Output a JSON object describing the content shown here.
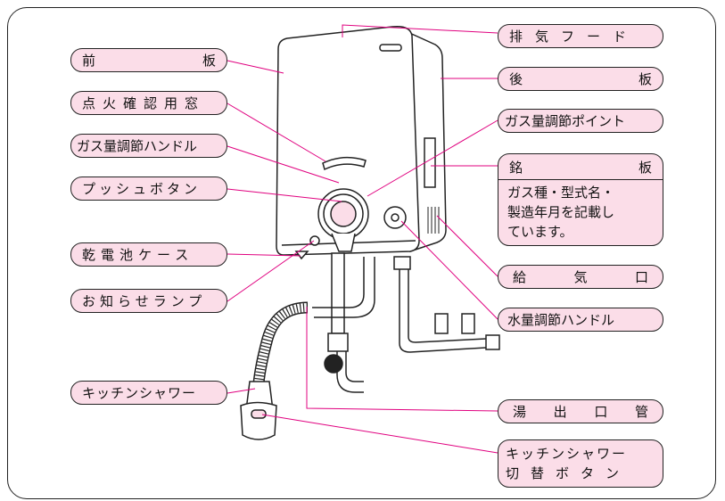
{
  "colors": {
    "label_fill": "#fbdde8",
    "leader_line": "#e0007f",
    "outline": "#222222"
  },
  "labels": {
    "front_plate": [
      "前",
      "板"
    ],
    "ignition_window": "点火確認用窓",
    "gas_handle": "ガス量調節ハンドル",
    "push_button": "プッシュボタン",
    "battery_case": "乾電池ケース",
    "indicator_lamp": "お知らせランプ",
    "kitchen_shower": "キッチンシャワー",
    "exhaust_hood": "排気フード",
    "back_plate": [
      "後",
      "板"
    ],
    "gas_point": "ガス量調節ポイント",
    "nameplate_title": [
      "銘",
      "板"
    ],
    "nameplate_body": "ガス種・型式名・\n製造年月を記載し\nています。",
    "air_intake": [
      "給",
      "気",
      "口"
    ],
    "water_handle": "水量調節ハンドル",
    "hot_water_outlet": [
      "湯",
      "出",
      "口",
      "管"
    ],
    "shower_switch_line1": "キッチンシャワー",
    "shower_switch_line2": "切替ボタン"
  }
}
